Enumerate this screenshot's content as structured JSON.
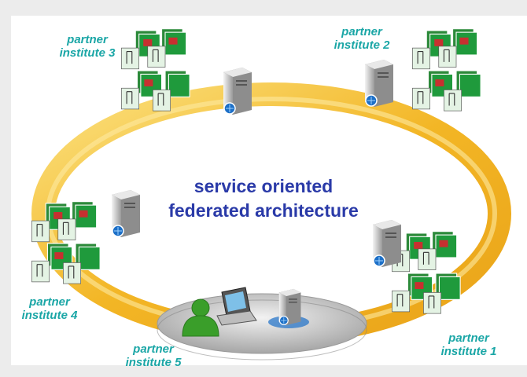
{
  "diagram": {
    "title_line1": "service oriented",
    "title_line2": "federated architecture",
    "nodes": [
      {
        "id": "p1",
        "line1": "partner",
        "line2": "institute 1"
      },
      {
        "id": "p2",
        "line1": "partner",
        "line2": "institute 2"
      },
      {
        "id": "p3",
        "line1": "partner",
        "line2": "institute 3"
      },
      {
        "id": "p4",
        "line1": "partner",
        "line2": "institute 4"
      },
      {
        "id": "p5",
        "line1": "partner",
        "line2": "institute 5"
      }
    ]
  },
  "colors": {
    "ring": "#f2b21a",
    "ring_light": "#fbe07a",
    "label": "#1aa6a6",
    "title": "#2a3aa8",
    "doc_green": "#1f9a3c",
    "doc_light": "#d9f0d9",
    "server_body": "#d6d6d6",
    "server_badge": "#1c6fc7",
    "user": "#3a9e2a",
    "platform": "#c9c9c9"
  },
  "icons": [
    "server-icon",
    "document-stack-icon",
    "user-icon",
    "laptop-icon",
    "platform-icon"
  ]
}
